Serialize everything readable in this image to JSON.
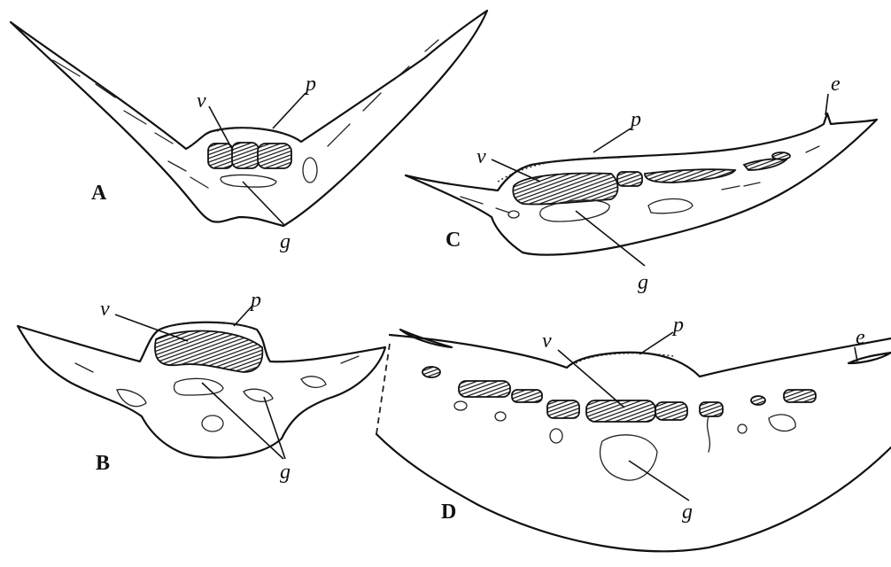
{
  "panels": {
    "A": {
      "label": "A",
      "v": "v",
      "p": "p",
      "g": "g"
    },
    "B": {
      "label": "B",
      "v": "v",
      "p": "p",
      "g": "g"
    },
    "C": {
      "label": "C",
      "v": "v",
      "p": "p",
      "g": "g",
      "e": "e"
    },
    "D": {
      "label": "D",
      "v": "v",
      "p": "p",
      "g": "g",
      "e": "e"
    }
  },
  "colors": {
    "ink": "#111111",
    "paper": "#ffffff"
  }
}
